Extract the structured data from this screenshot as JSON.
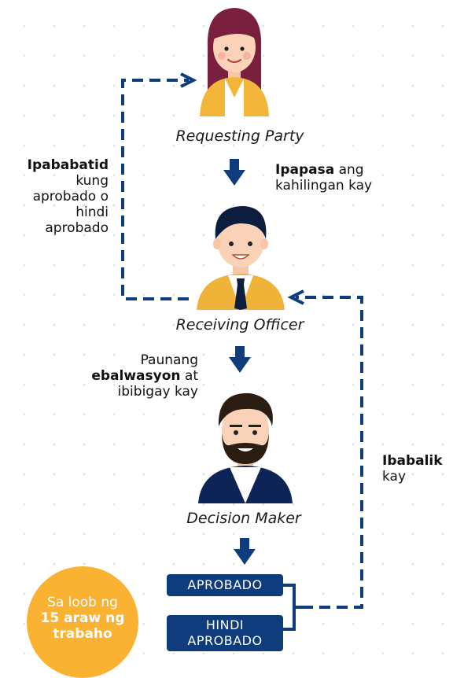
{
  "roles": {
    "requesting_party": "Requesting Party",
    "receiving_officer": "Receiving Officer",
    "decision_maker": "Decision Maker"
  },
  "steps": {
    "forward_bold": "Ipapasa",
    "forward_rest_1": " ang",
    "forward_rest_2": "kahilingan kay",
    "notify_bold": "Ipababatid",
    "notify_l2": "kung",
    "notify_l3": "aprobado o",
    "notify_l4": "hindi",
    "notify_l5": "aprobado",
    "eval_l1": "Paunang",
    "eval_bold": "ebalwasyon",
    "eval_rest": " at",
    "eval_l3": "ibibigay kay",
    "return_bold": "Ibabalik",
    "return_l2": "kay"
  },
  "outcomes": {
    "approved": "APROBADO",
    "not_approved_l1": "HINDI",
    "not_approved_l2": "APROBADO"
  },
  "badge": {
    "l1": "Sa loob ng",
    "l2": "15 araw ng",
    "l3": "trabaho"
  },
  "colors": {
    "navy": "#0f3c7c",
    "gold": "#f0b33a",
    "badge": "#f9b232"
  }
}
